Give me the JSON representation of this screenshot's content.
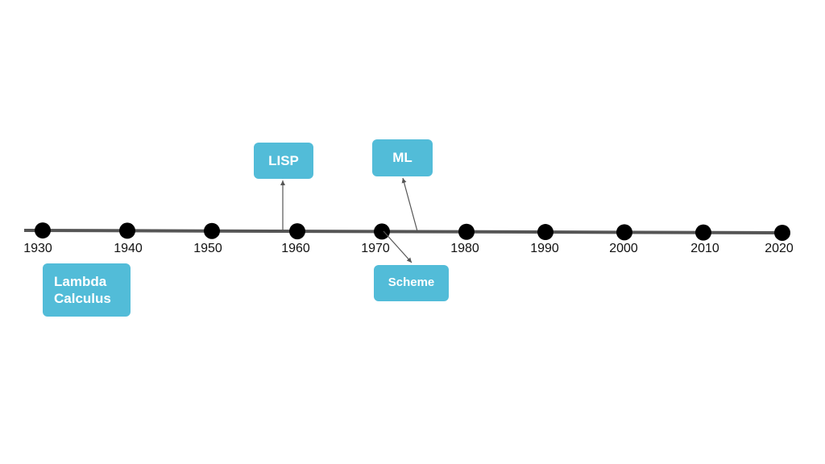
{
  "timeline": {
    "line_color": "#555555",
    "dot_color": "#000000",
    "years": [
      "1930",
      "1940",
      "1950",
      "1960",
      "1970",
      "1980",
      "1990",
      "2000",
      "2010",
      "2020"
    ]
  },
  "events": {
    "box_color": "#52bcd8",
    "lambda_calculus": "Lambda\nCalculus",
    "lisp": "LISP",
    "ml": "ML",
    "scheme": "Scheme"
  }
}
